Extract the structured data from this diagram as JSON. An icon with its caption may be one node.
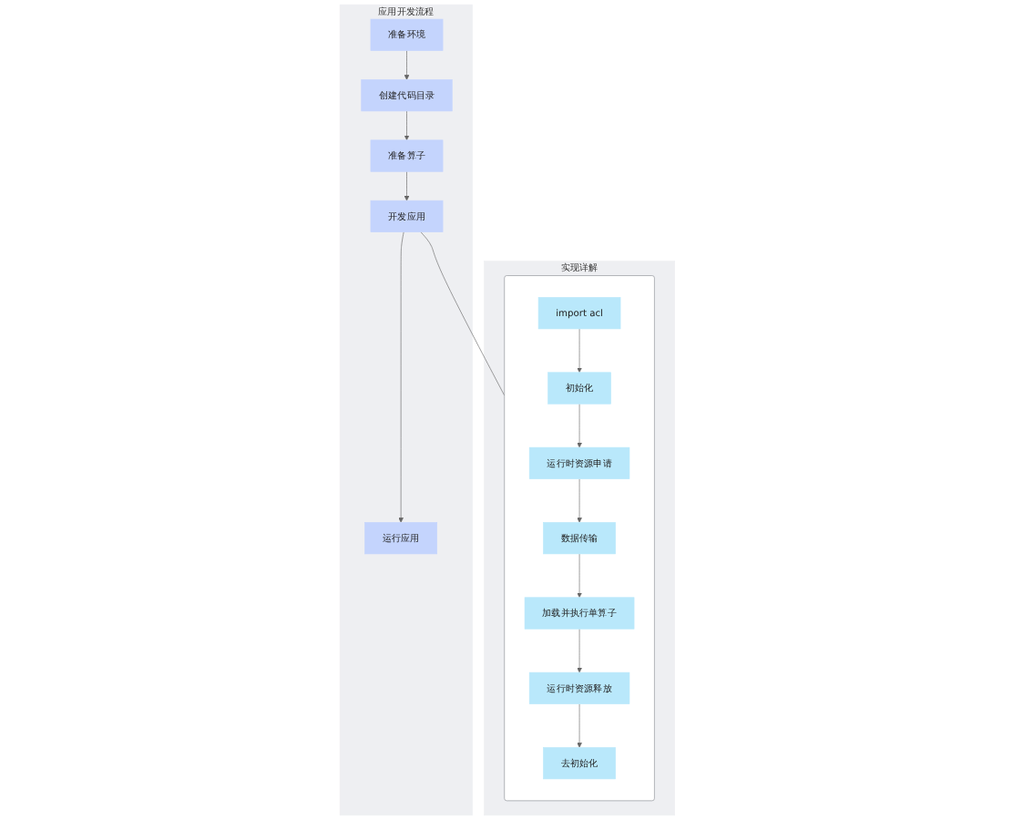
{
  "diagram": {
    "nodes": [
      {
        "text": [
          "应用开发流程"
        ]
      },
      {
        "text": [
          "准备环境"
        ],
        "in": 0
      },
      {
        "text": [
          "创建代码目录"
        ],
        "in": 0
      },
      {
        "text": [
          "准备算子"
        ],
        "in": 0
      },
      {
        "text": [
          "开发应用"
        ],
        "in": 0
      },
      {
        "text": [
          "运行应用"
        ],
        "in": 0
      },
      {
        "text": [
          "实现详解"
        ]
      },
      {
        "text": [],
        "shape": "box",
        "in": 6
      },
      {
        "text": [
          "import acl"
        ],
        "in": 7
      },
      {
        "text": [
          "初始化"
        ],
        "in": 7
      },
      {
        "text": [
          "运行时资源申请"
        ],
        "in": 7
      },
      {
        "text": [
          "数据传输"
        ],
        "in": 7
      },
      {
        "text": [
          "加载并执行单算子"
        ],
        "in": 7
      },
      {
        "text": [
          "运行时资源释放"
        ],
        "in": 7
      },
      {
        "text": [
          "去初始化"
        ],
        "in": 7
      }
    ],
    "edges": [
      {
        "from": 1,
        "to": 2,
        "arrow": "to"
      },
      {
        "from": 2,
        "to": 3,
        "arrow": "to"
      },
      {
        "from": 3,
        "to": 4,
        "arrow": "to"
      },
      {
        "from": 4,
        "to": 5,
        "arrow": "to"
      },
      {
        "from": 4,
        "to": 7,
        "arrow": "none"
      },
      {
        "from": 8,
        "to": 9,
        "arrow": "to"
      },
      {
        "from": 9,
        "to": 10,
        "arrow": "to"
      },
      {
        "from": 10,
        "to": 11,
        "arrow": "to"
      },
      {
        "from": 11,
        "to": 12,
        "arrow": "to"
      },
      {
        "from": 12,
        "to": 13,
        "arrow": "to"
      },
      {
        "from": 13,
        "to": 14,
        "arrow": "to"
      }
    ]
  }
}
